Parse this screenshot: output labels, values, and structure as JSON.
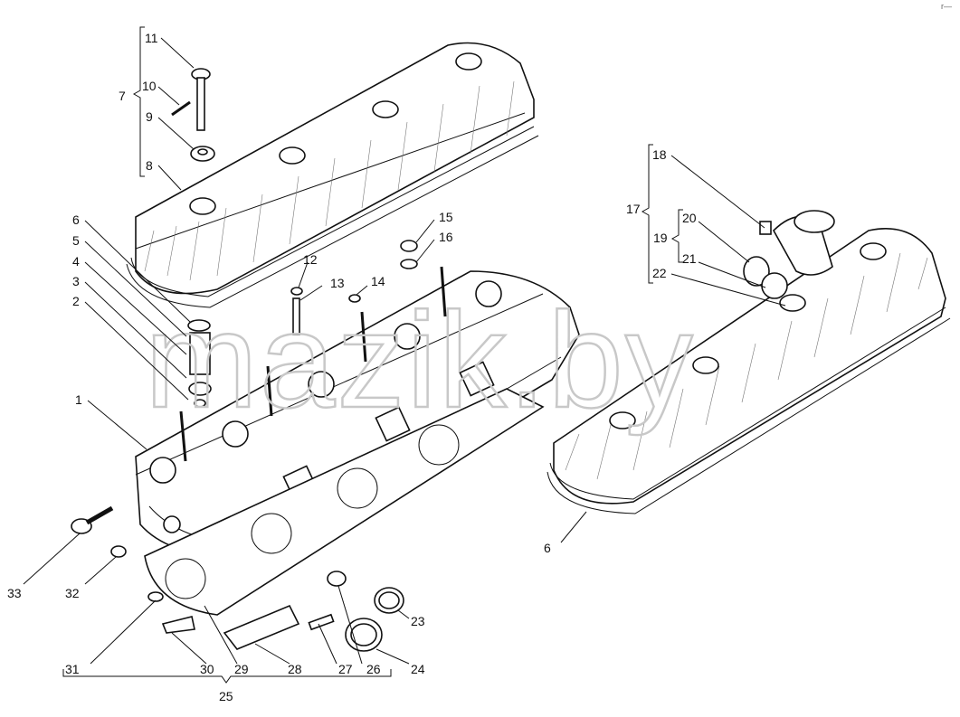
{
  "watermark": "mazik.by",
  "corner_mark": "r—",
  "labels": {
    "n1": "1",
    "n2": "2",
    "n3": "3",
    "n4": "4",
    "n5": "5",
    "n6": "6",
    "n6b": "6",
    "n7": "7",
    "n8": "8",
    "n9": "9",
    "n10": "10",
    "n11": "11",
    "n12": "12",
    "n13": "13",
    "n14": "14",
    "n15": "15",
    "n16": "16",
    "n17": "17",
    "n18": "18",
    "n19": "19",
    "n20": "20",
    "n21": "21",
    "n22": "22",
    "n23": "23",
    "n24": "24",
    "n25": "25",
    "n26": "26",
    "n27": "27",
    "n28": "28",
    "n29": "29",
    "n30": "30",
    "n31": "31",
    "n32": "32",
    "n33": "33"
  }
}
